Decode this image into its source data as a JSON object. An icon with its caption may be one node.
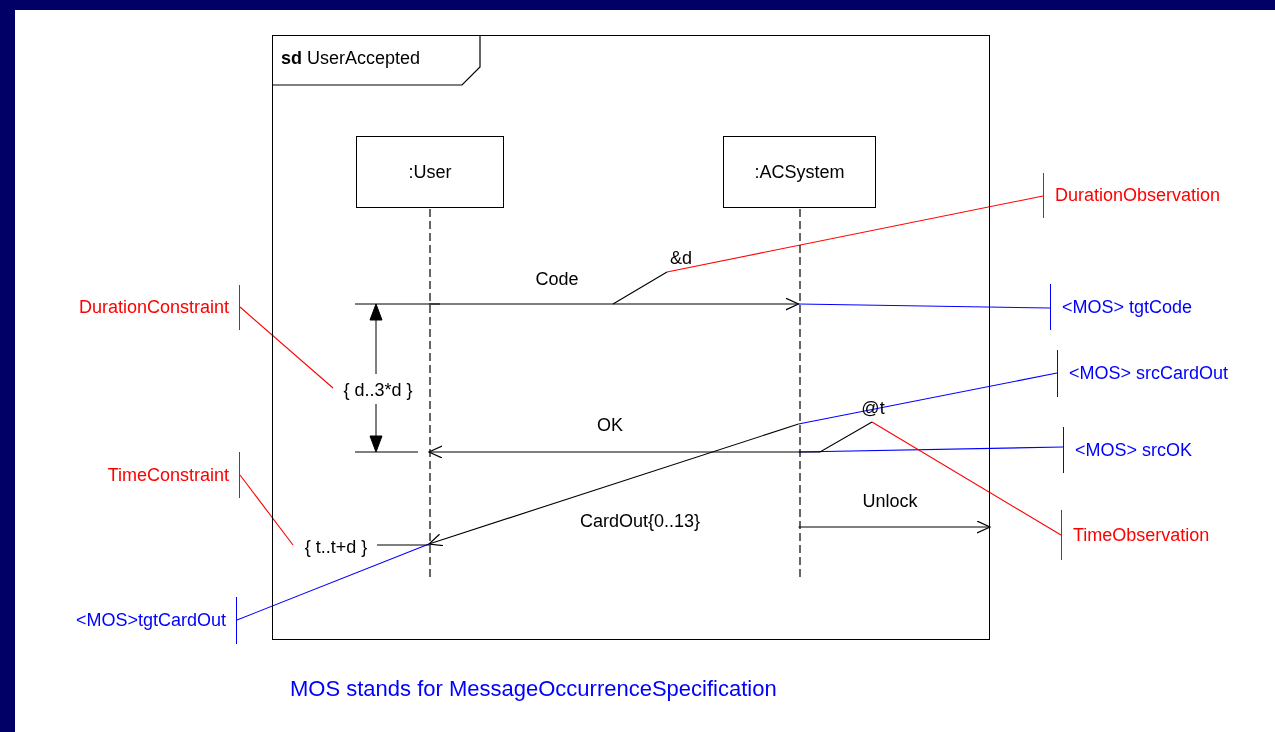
{
  "diagram": {
    "caption": "MOS stands for MessageOccurrenceSpecification",
    "nodes": [
      {
        "text": [
          "**sd** UserAccepted"
        ]
      },
      {
        "text": [
          ":User"
        ],
        "in": 0
      },
      {
        "text": [
          ":ACSystem"
        ],
        "in": 0
      },
      {
        "text": [
          "{ d..3*d }"
        ],
        "in": 0
      },
      {
        "text": [
          "{ t..t+d }"
        ],
        "in": 0
      },
      {
        "text": [
          "&d"
        ],
        "in": 0
      },
      {
        "text": [
          "@t"
        ],
        "in": 0
      },
      {
        "text": [
          "DurationObservation"
        ]
      },
      {
        "text": [
          "<MOS> tgtCode"
        ]
      },
      {
        "text": [
          "DurationConstraint"
        ]
      },
      {
        "text": [
          "<MOS> srcCardOut"
        ]
      },
      {
        "text": [
          "<MOS> srcOK"
        ]
      },
      {
        "text": [
          "TimeConstraint"
        ]
      },
      {
        "text": [
          "TimeObservation"
        ]
      },
      {
        "text": [
          "<MOS>tgtCardOut"
        ]
      }
    ],
    "edges": [
      {
        "from": 1,
        "to": 2,
        "arrow": "to",
        "label": "Code"
      },
      {
        "from": 2,
        "to": 1,
        "arrow": "to",
        "label": "OK"
      },
      {
        "from": 2,
        "to": 1,
        "arrow": "to",
        "label": "CardOut{0..13}"
      },
      {
        "from": 2,
        "to": 0,
        "arrow": "to",
        "label": "Unlock"
      },
      {
        "from": 7,
        "to": 5,
        "arrow": "none",
        "color": "#ff0000"
      },
      {
        "from": 5,
        "to": null,
        "arrow": "none"
      },
      {
        "from": 8,
        "to": 2,
        "arrow": "none",
        "color": "#0000ff"
      },
      {
        "from": 9,
        "to": 3,
        "arrow": "none",
        "color": "#ff0000"
      },
      {
        "from": 10,
        "to": 2,
        "arrow": "none",
        "color": "#0000ff"
      },
      {
        "from": 11,
        "to": 2,
        "arrow": "none",
        "color": "#0000ff"
      },
      {
        "from": 13,
        "to": 6,
        "arrow": "none",
        "color": "#ff0000"
      },
      {
        "from": 6,
        "to": 2,
        "arrow": "none"
      },
      {
        "from": 12,
        "to": 4,
        "arrow": "none",
        "color": "#ff0000"
      },
      {
        "from": 14,
        "to": 1,
        "arrow": "none",
        "color": "#0000ff"
      },
      {
        "from": 4,
        "to": 1,
        "arrow": "none"
      }
    ]
  }
}
